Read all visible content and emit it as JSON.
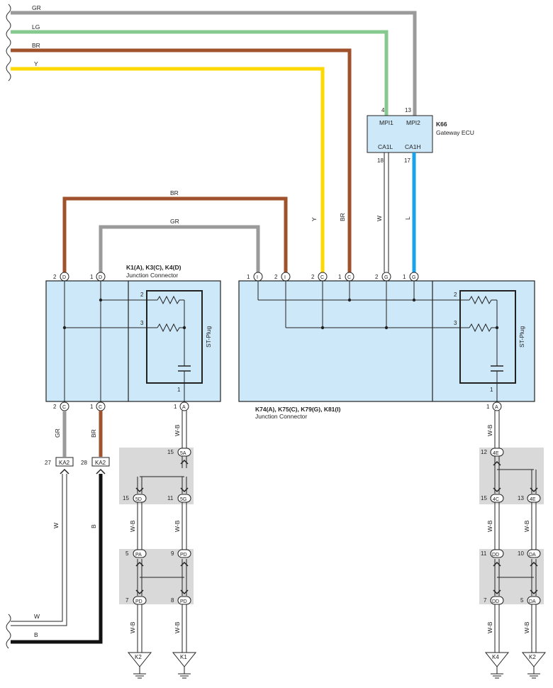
{
  "colors": {
    "GR": "#9a9a9a",
    "LG": "#86c98f",
    "BR": "#a0522d",
    "Y": "#ffd800",
    "L": "#1aa3e8",
    "B": "#111111",
    "box_fill": "#cde8f8",
    "splice_fill": "#d9d9d9"
  },
  "wires": {
    "gr": "GR",
    "lg": "LG",
    "br": "BR",
    "y": "Y",
    "w": "W",
    "b": "B",
    "l": "L",
    "wb": "W-B"
  },
  "gateway": {
    "id": "K66",
    "name": "Gateway ECU",
    "pins": {
      "mpi1": {
        "label": "MPI1",
        "no": "4"
      },
      "mpi2": {
        "label": "MPI2",
        "no": "13"
      },
      "ca1l": {
        "label": "CA1L",
        "no": "18"
      },
      "ca1h": {
        "label": "CA1H",
        "no": "17"
      }
    }
  },
  "jc_left": {
    "title": "K1(A), K3(C), K4(D)",
    "subtitle": "Junction Connector",
    "plug": "ST-Plug"
  },
  "jc_right": {
    "title": "K74(A), K75(C), K79(G), K81(I)",
    "subtitle": "Junction Connector",
    "plug": "ST-Plug"
  },
  "pins": {
    "two": "2",
    "one": "1",
    "three": "3",
    "D": "D",
    "C": "C",
    "A": "A",
    "I": "I",
    "G": "G"
  },
  "connectors": {
    "ka2": "KA2",
    "ka2_w_pin": "27",
    "ka2_b_pin": "28",
    "c5A": "5A",
    "c5D": "5D",
    "c5G": "5G",
    "cPA": "PA",
    "cPD": "PD",
    "c4E": "4E",
    "c4C": "4C",
    "cDD": "DD",
    "cDA": "DA",
    "n15": "15",
    "n11": "11",
    "n5": "5",
    "n9": "9",
    "n7": "7",
    "n8": "8",
    "n12": "12",
    "n13": "13",
    "n10": "10"
  },
  "grounds": {
    "k2": "K2",
    "k1": "K1",
    "k4": "K4"
  }
}
